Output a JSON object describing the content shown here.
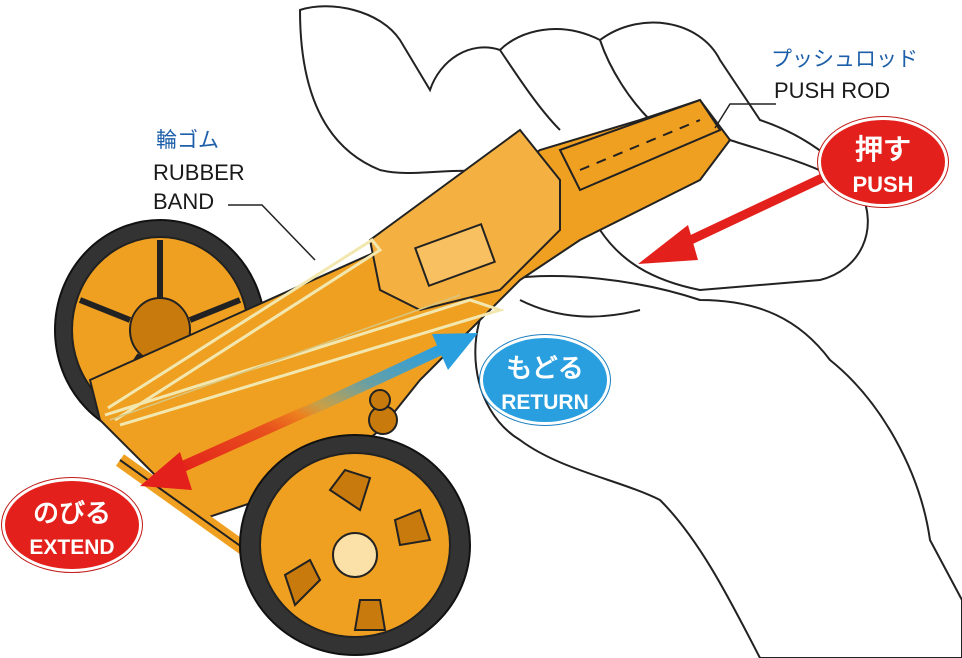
{
  "labels": {
    "push_rod_jp": "プッシュロッド",
    "push_rod_en": "PUSH ROD",
    "rubber_band_jp": "輪ゴム",
    "rubber_band_en_1": "RUBBER",
    "rubber_band_en_2": "BAND"
  },
  "badges": {
    "push": {
      "jp": "押す",
      "en": "PUSH",
      "color": "#e3201b"
    },
    "return": {
      "jp": "もどる",
      "en": "RETURN",
      "color": "#2a9fe0"
    },
    "extend": {
      "jp": "のびる",
      "en": "EXTEND",
      "color": "#e3201b"
    }
  },
  "colors": {
    "chassis": "#f0a020",
    "chassis_dark": "#c97a0c",
    "tire": "#333333",
    "outline": "#222222",
    "arrow_red": "#e3201b",
    "arrow_blue": "#2a9fe0"
  }
}
